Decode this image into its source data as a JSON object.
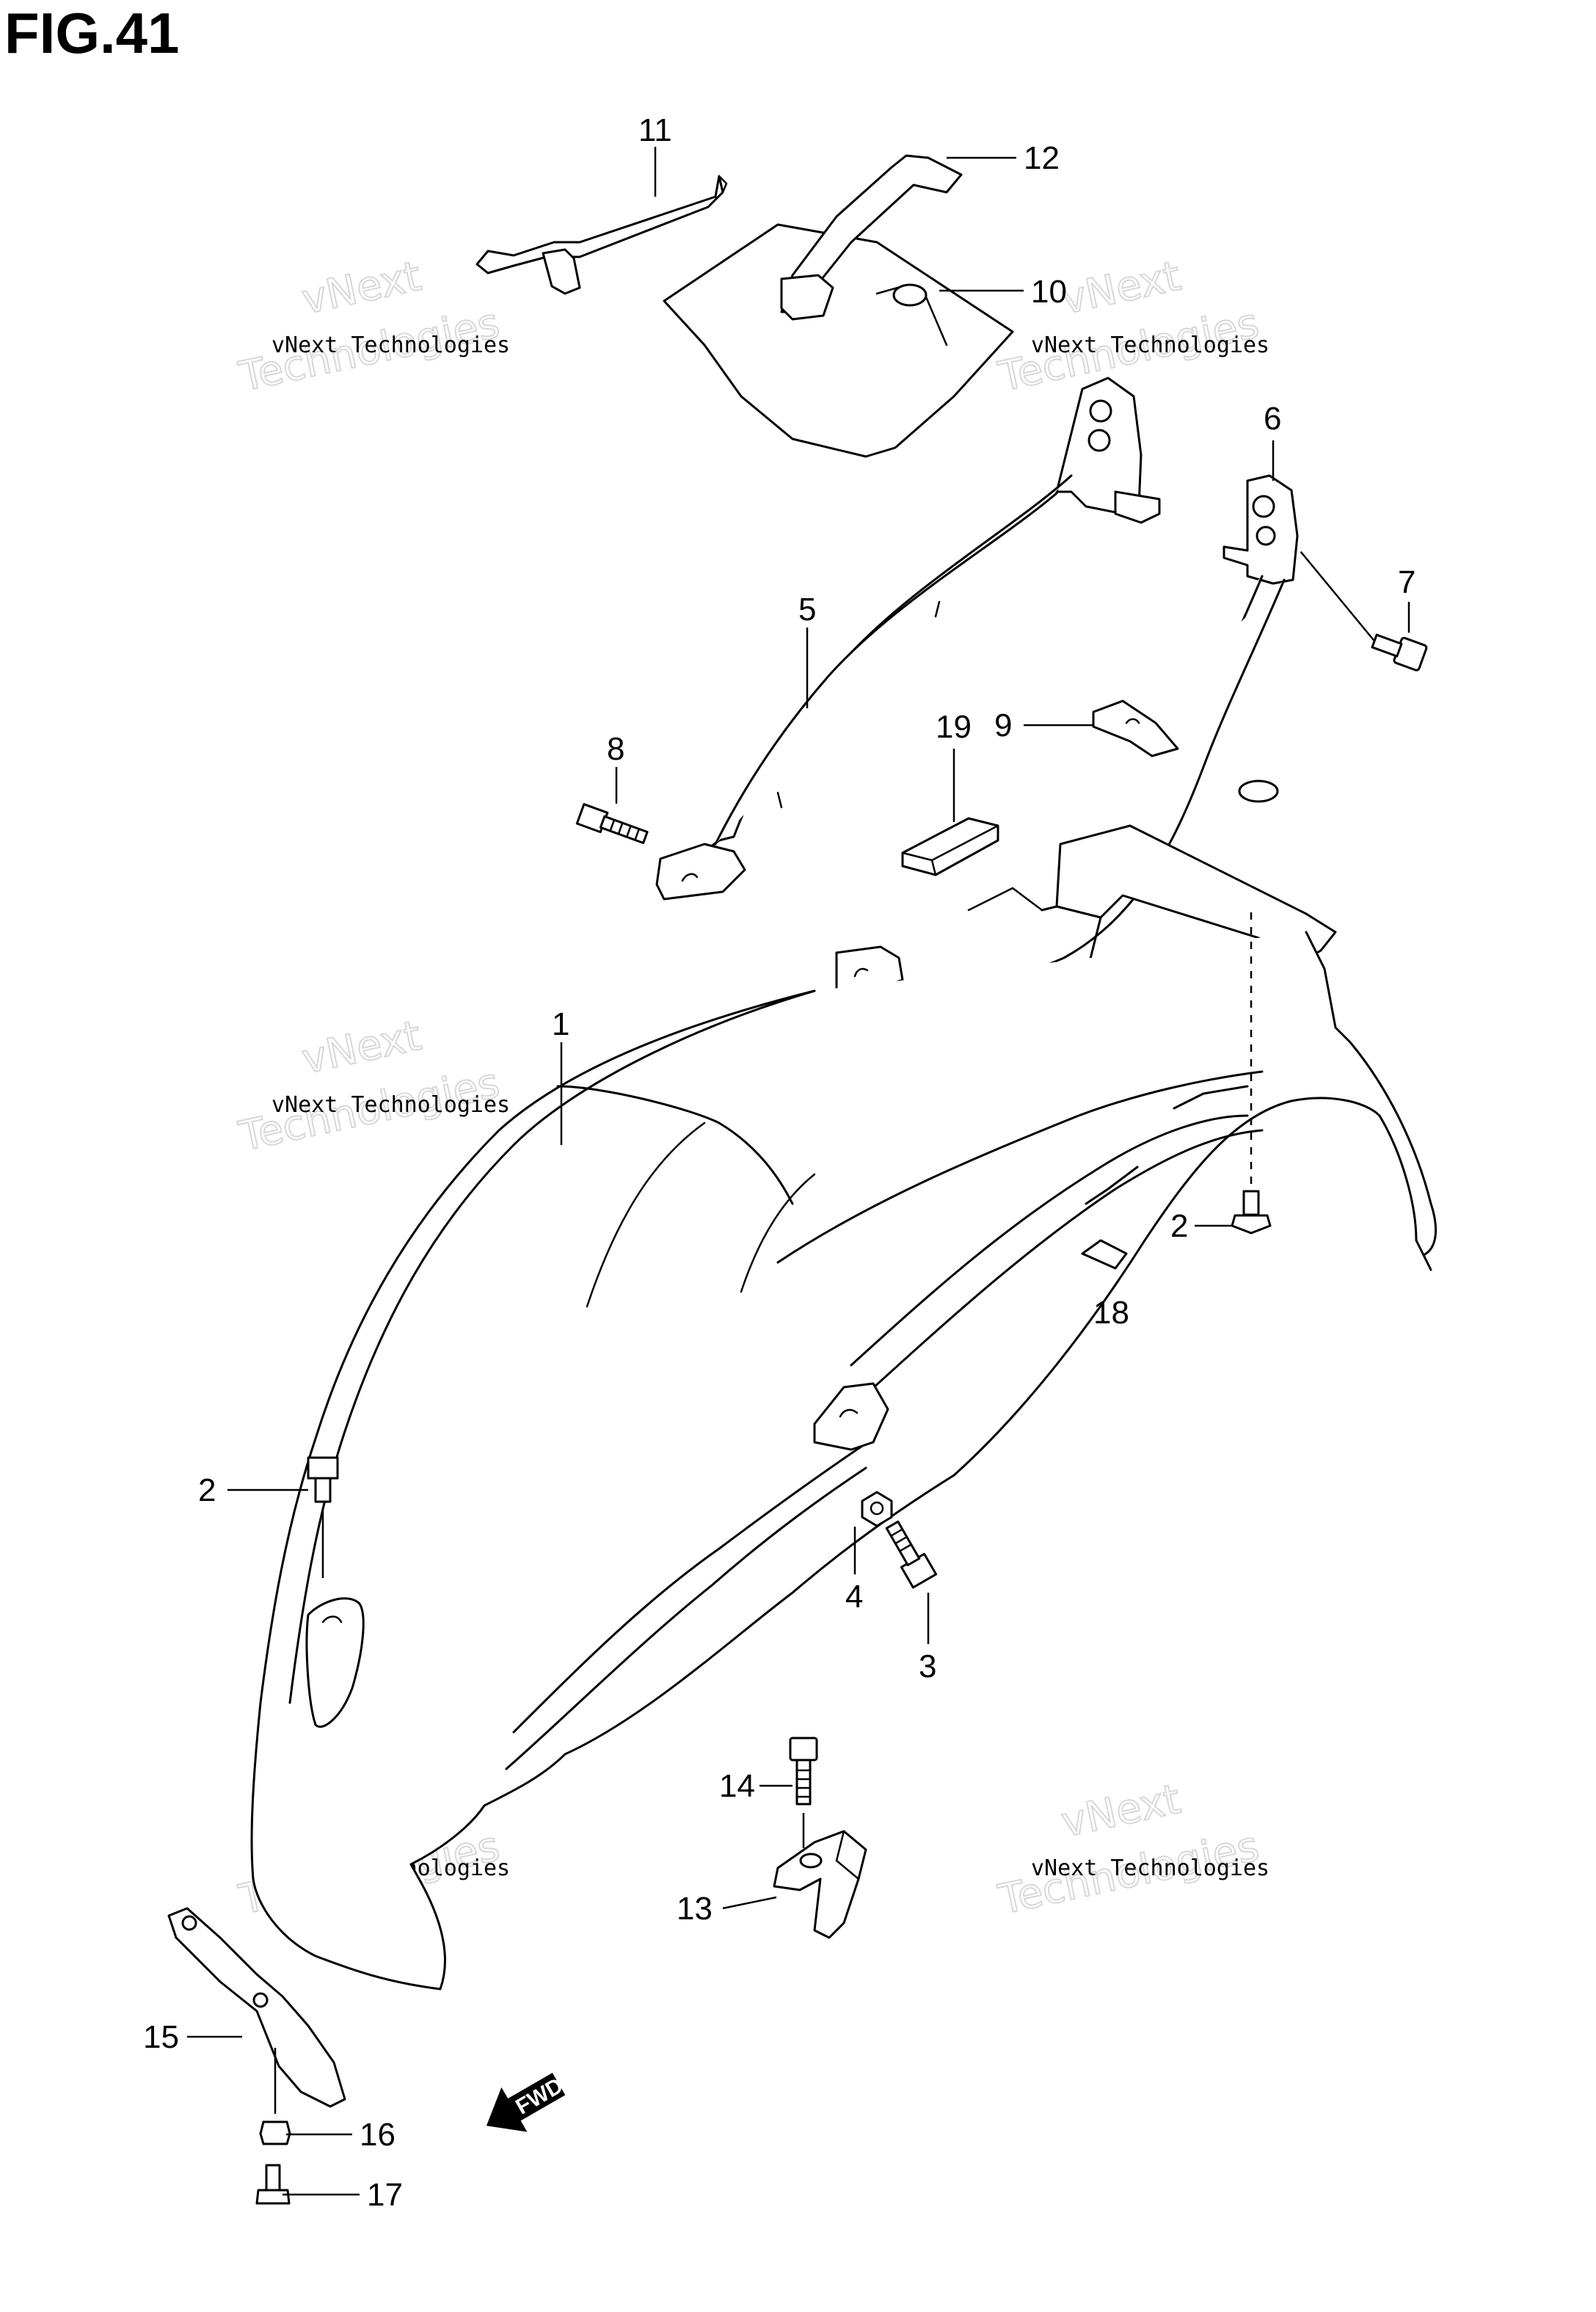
{
  "figure": {
    "title": "FIG.41",
    "fwd_label": "FWD"
  },
  "watermark": {
    "line1": "vNext Technologies",
    "line2": "vNext",
    "line3": "Technologies"
  },
  "callouts": [
    {
      "id": "c11",
      "label": "11"
    },
    {
      "id": "c12",
      "label": "12"
    },
    {
      "id": "c10",
      "label": "10"
    },
    {
      "id": "c6",
      "label": "6"
    },
    {
      "id": "c7",
      "label": "7"
    },
    {
      "id": "c5",
      "label": "5"
    },
    {
      "id": "c8",
      "label": "8"
    },
    {
      "id": "c19",
      "label": "19"
    },
    {
      "id": "c9",
      "label": "9"
    },
    {
      "id": "c1",
      "label": "1"
    },
    {
      "id": "c2a",
      "label": "2"
    },
    {
      "id": "c18",
      "label": "18"
    },
    {
      "id": "c2b",
      "label": "2"
    },
    {
      "id": "c4",
      "label": "4"
    },
    {
      "id": "c3",
      "label": "3"
    },
    {
      "id": "c14",
      "label": "14"
    },
    {
      "id": "c13",
      "label": "13"
    },
    {
      "id": "c15",
      "label": "15"
    },
    {
      "id": "c16",
      "label": "16"
    },
    {
      "id": "c17",
      "label": "17"
    }
  ]
}
